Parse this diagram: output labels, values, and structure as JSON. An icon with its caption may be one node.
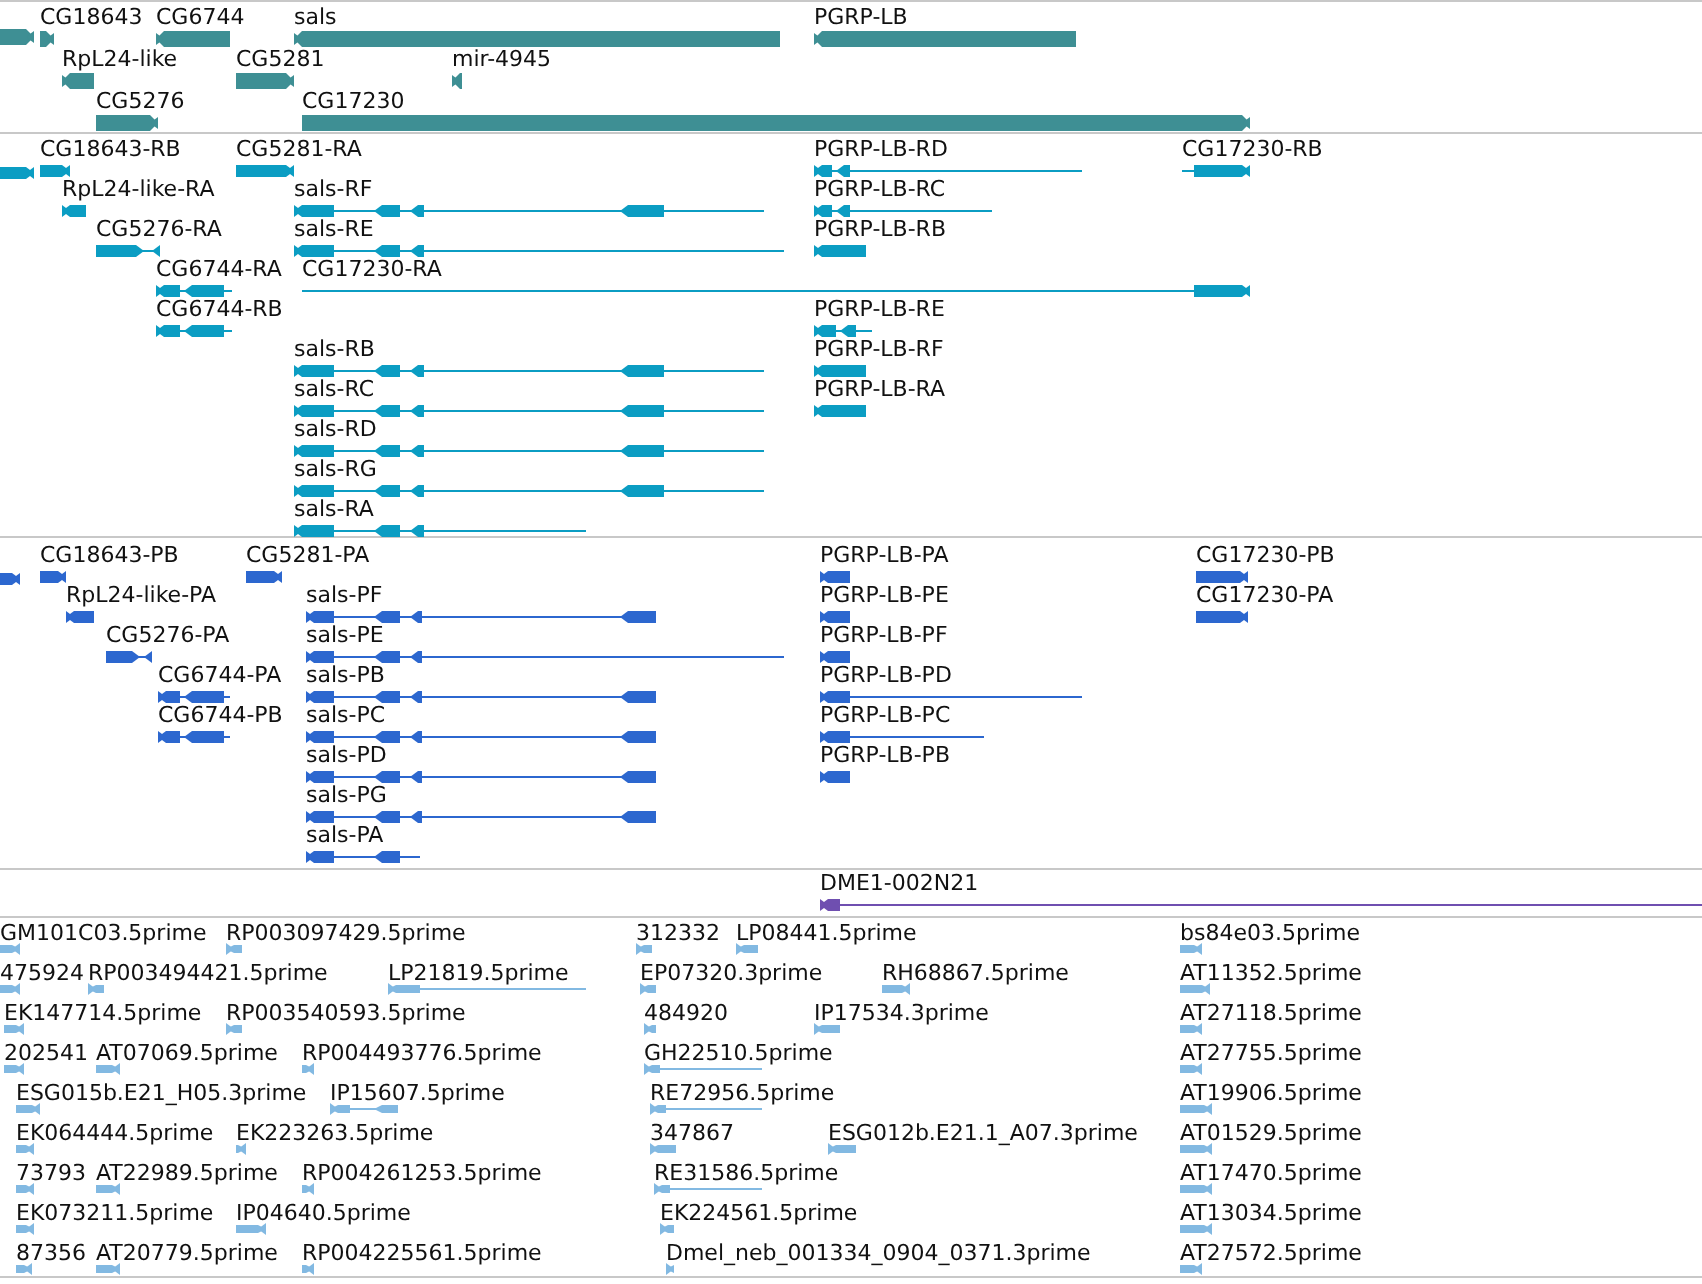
{
  "diagram": {
    "labels": [
      "CG18643",
      "CG6744",
      "sals",
      "PGRP-LB",
      "RpL24-like",
      "CG5281",
      "mir-4945",
      "CG5276",
      "CG17230",
      "CG18643-RB",
      "CG5281-RA",
      "PGRP-LB-RD",
      "CG17230-RB",
      "RpL24-like-RA",
      "sals-RF",
      "PGRP-LB-RC",
      "CG5276-RA",
      "sals-RE",
      "PGRP-LB-RB",
      "CG6744-RA",
      "CG17230-RA",
      "CG6744-RB",
      "PGRP-LB-RE",
      "sals-RB",
      "PGRP-LB-RF",
      "sals-RC",
      "PGRP-LB-RA",
      "sals-RD",
      "sals-RG",
      "sals-RA",
      "CG18643-PB",
      "CG5281-PA",
      "PGRP-LB-PA",
      "CG17230-PB",
      "RpL24-like-PA",
      "sals-PF",
      "PGRP-LB-PE",
      "CG17230-PA",
      "CG5276-PA",
      "sals-PE",
      "PGRP-LB-PF",
      "CG6744-PA",
      "sals-PB",
      "PGRP-LB-PD",
      "CG6744-PB",
      "sals-PC",
      "PGRP-LB-PC",
      "sals-PD",
      "PGRP-LB-PB",
      "sals-PG",
      "sals-PA",
      "DME1-002N21",
      "GM101C03.5prime",
      "RP003097429.5prime",
      "312332",
      "LP08441.5prime",
      "bs84e03.5prime",
      "475924",
      "RP003494421.5prime",
      "LP21819.5prime",
      "EP07320.3prime",
      "RH68867.5prime",
      "AT11352.5prime",
      "EK147714.5prime",
      "RP003540593.5prime",
      "484920",
      "IP17534.3prime",
      "AT27118.5prime",
      "202541",
      "AT07069.5prime",
      "RP004493776.5prime",
      "GH22510.5prime",
      "AT27755.5prime",
      "ESG015b.E21_H05.3prime",
      "IP15607.5prime",
      "RE72956.5prime",
      "AT19906.5prime",
      "EK064444.5prime",
      "EK223263.5prime",
      "347867",
      "ESG012b.E21.1_A07.3prime",
      "AT01529.5prime",
      "73793",
      "AT22989.5prime",
      "RP004261253.5prime",
      "RE31586.5prime",
      "AT17470.5prime",
      "EK073211.5prime",
      "IP04640.5prime",
      "EK224561.5prime",
      "AT13034.5prime",
      "87356",
      "AT20779.5prime",
      "RP004225561.5prime",
      "Dmel_neb_001334_0904_0371.3prime",
      "AT27572.5prime"
    ]
  }
}
